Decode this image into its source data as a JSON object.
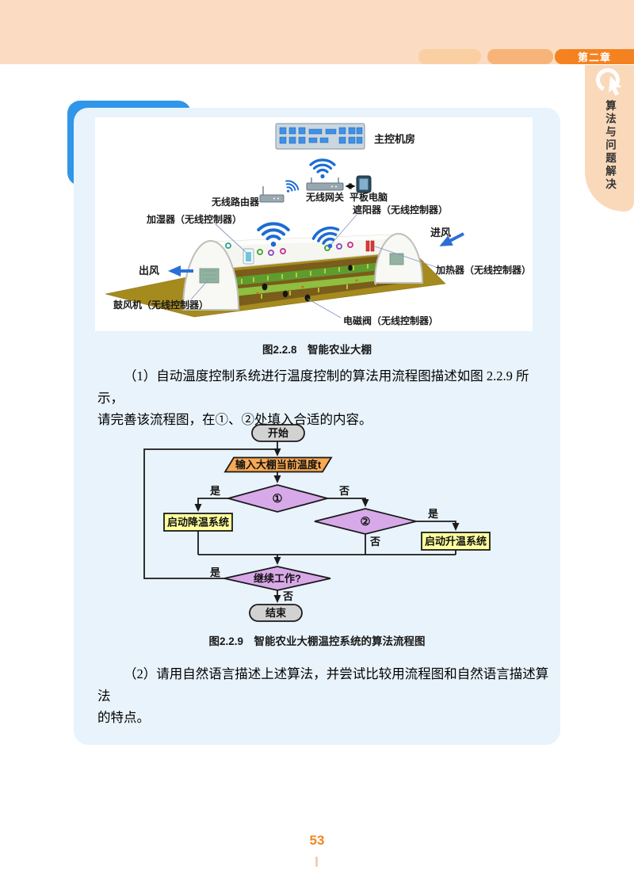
{
  "header": {
    "chapter_label": "第二章",
    "side_tab_label": "算法与问题解决"
  },
  "figure_greenhouse": {
    "caption": "图2.2.8　智能农业大棚",
    "labels": {
      "server_room": "主控机房",
      "gateway": "无线网关",
      "tablet": "平板电脑",
      "router": "无线路由器",
      "shade": "遮阳器（无线控制器）",
      "humidifier": "加湿器（无线控制器）",
      "air_in": "进风",
      "air_out": "出风",
      "heater": "加热器（无线控制器）",
      "blower": "鼓风机（无线控制器）",
      "valve": "电磁阀（无线控制器）"
    }
  },
  "question1": {
    "line1": "（1）自动温度控制系统进行温度控制的算法用流程图描述如图 2.2.9 所示，",
    "line2": "请完善该流程图，在①、②处填入合适的内容。"
  },
  "flowchart": {
    "caption": "图2.2.9　智能农业大棚温控系统的算法流程图",
    "start": "开始",
    "input": "输入大棚当前温度t",
    "decision1": "①",
    "decision2": "②",
    "cool": "启动降温系统",
    "heat": "启动升温系统",
    "loop": "继续工作?",
    "end": "结束",
    "yes": "是",
    "no": "否"
  },
  "question2": {
    "line1": "（2）请用自然语言描述上述算法，并尝试比较用流程图和自然语言描述算法",
    "line2": "的特点。"
  },
  "footer": {
    "page_number": "53"
  },
  "colors": {
    "band": "#FBDCC2",
    "chapter_bar": "#F58220",
    "side_tab": "#FAD9BA",
    "content_box": "#E9F3FB",
    "accent": "#2F96EA",
    "fc_terminal": "#D2D2D2",
    "fc_input": "#F8A952",
    "fc_decision": "#D8A9E8",
    "fc_process": "#FFFF9E",
    "wifi_blue": "#1C6CD4",
    "arrow_blue": "#2B6FD6"
  }
}
